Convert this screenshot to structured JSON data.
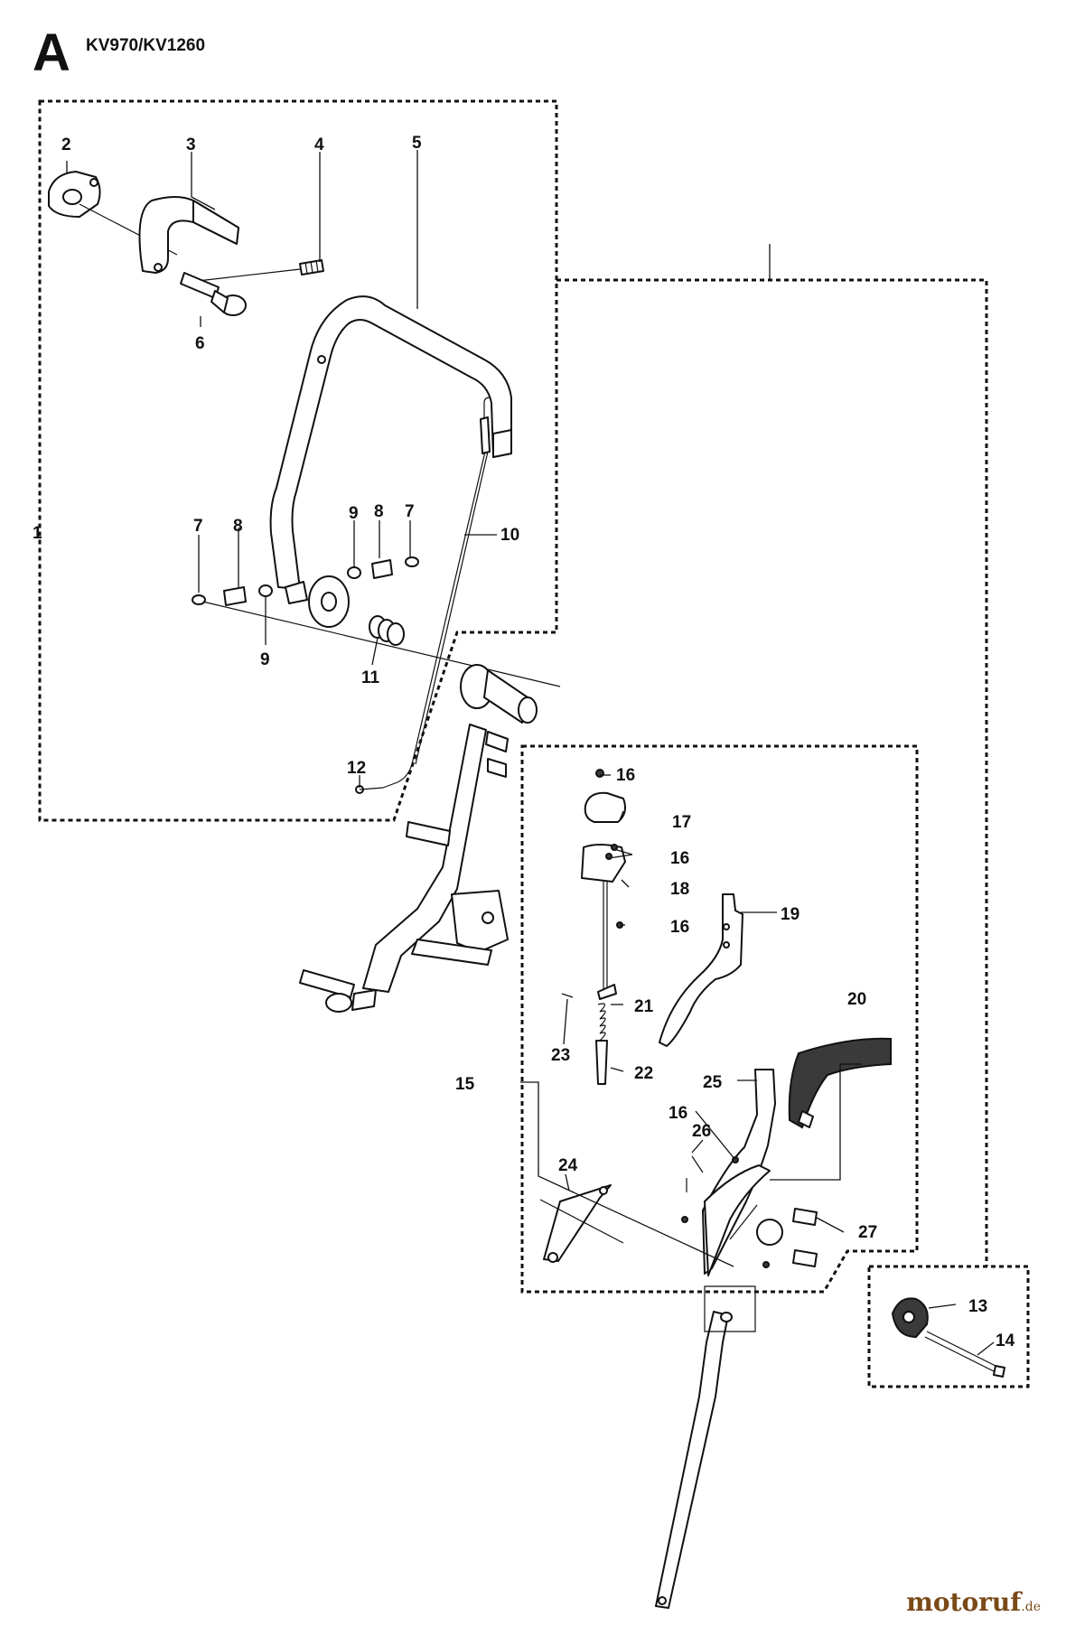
{
  "header": {
    "section_letter": "A",
    "model_title": "KV970/KV1260"
  },
  "footer": {
    "watermark": "motoruf",
    "watermark_suffix": ".de"
  },
  "callouts": {
    "c1": "1",
    "c2": "2",
    "c3": "3",
    "c4": "4",
    "c5": "5",
    "c6": "6",
    "c7a": "7",
    "c7b": "7",
    "c8a": "8",
    "c8b": "8",
    "c9a": "9",
    "c9b": "9",
    "c10": "10",
    "c11": "11",
    "c12": "12",
    "c13": "13",
    "c14": "14",
    "c15": "15",
    "c16a": "16",
    "c16b": "16",
    "c16c": "16",
    "c16d": "16",
    "c17": "17",
    "c18": "18",
    "c19": "19",
    "c20": "20",
    "c21": "21",
    "c22": "22",
    "c23": "23",
    "c24": "24",
    "c25": "25",
    "c26": "26",
    "c27": "27"
  }
}
